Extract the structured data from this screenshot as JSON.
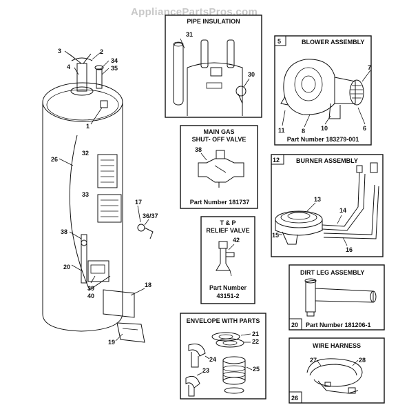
{
  "watermark": "AppliancePartsPros.com",
  "main_callouts": {
    "c1": "1",
    "c2": "2",
    "c3": "3",
    "c4": "4",
    "c17": "17",
    "c18": "18",
    "c19": "19",
    "c20": "20",
    "c26": "26",
    "c32": "32",
    "c33": "33",
    "c34": "34",
    "c35": "35",
    "c3637": "36/37",
    "c38": "38",
    "c39": "39",
    "c40": "40"
  },
  "panels": {
    "pipe_insulation": {
      "title": "PIPE INSULATION",
      "c31": "31",
      "c30": "30"
    },
    "main_gas": {
      "title1": "MAIN GAS",
      "title2": "SHUT- OFF VALVE",
      "c38": "38",
      "part": "Part  Number  181737"
    },
    "tp_relief": {
      "title1": "T & P",
      "title2": "RELIEF VALVE",
      "c42": "42",
      "part1": "Part Number",
      "part2": "43151-2"
    },
    "envelope": {
      "title": "ENVELOPE WITH PARTS",
      "c21": "21",
      "c22": "22",
      "c24": "24",
      "c23": "23",
      "c25": "25"
    },
    "blower": {
      "num": "5",
      "title": "BLOWER ASSEMBLY",
      "c7": "7",
      "c11": "11",
      "c8": "8",
      "c10": "10",
      "c6": "6",
      "part": "Part  Number  183279-001"
    },
    "burner": {
      "num": "12",
      "title": "BURNER ASSEMBLY",
      "c13": "13",
      "c14": "14",
      "c15": "15",
      "c16": "16"
    },
    "dirt_leg": {
      "num": "20",
      "title": "DIRT LEG ASSEMBLY",
      "part": "Part  Number  181206-1"
    },
    "wire_harness": {
      "num": "26",
      "title": "WIRE HARNESS",
      "c27": "27",
      "c28": "28"
    }
  }
}
